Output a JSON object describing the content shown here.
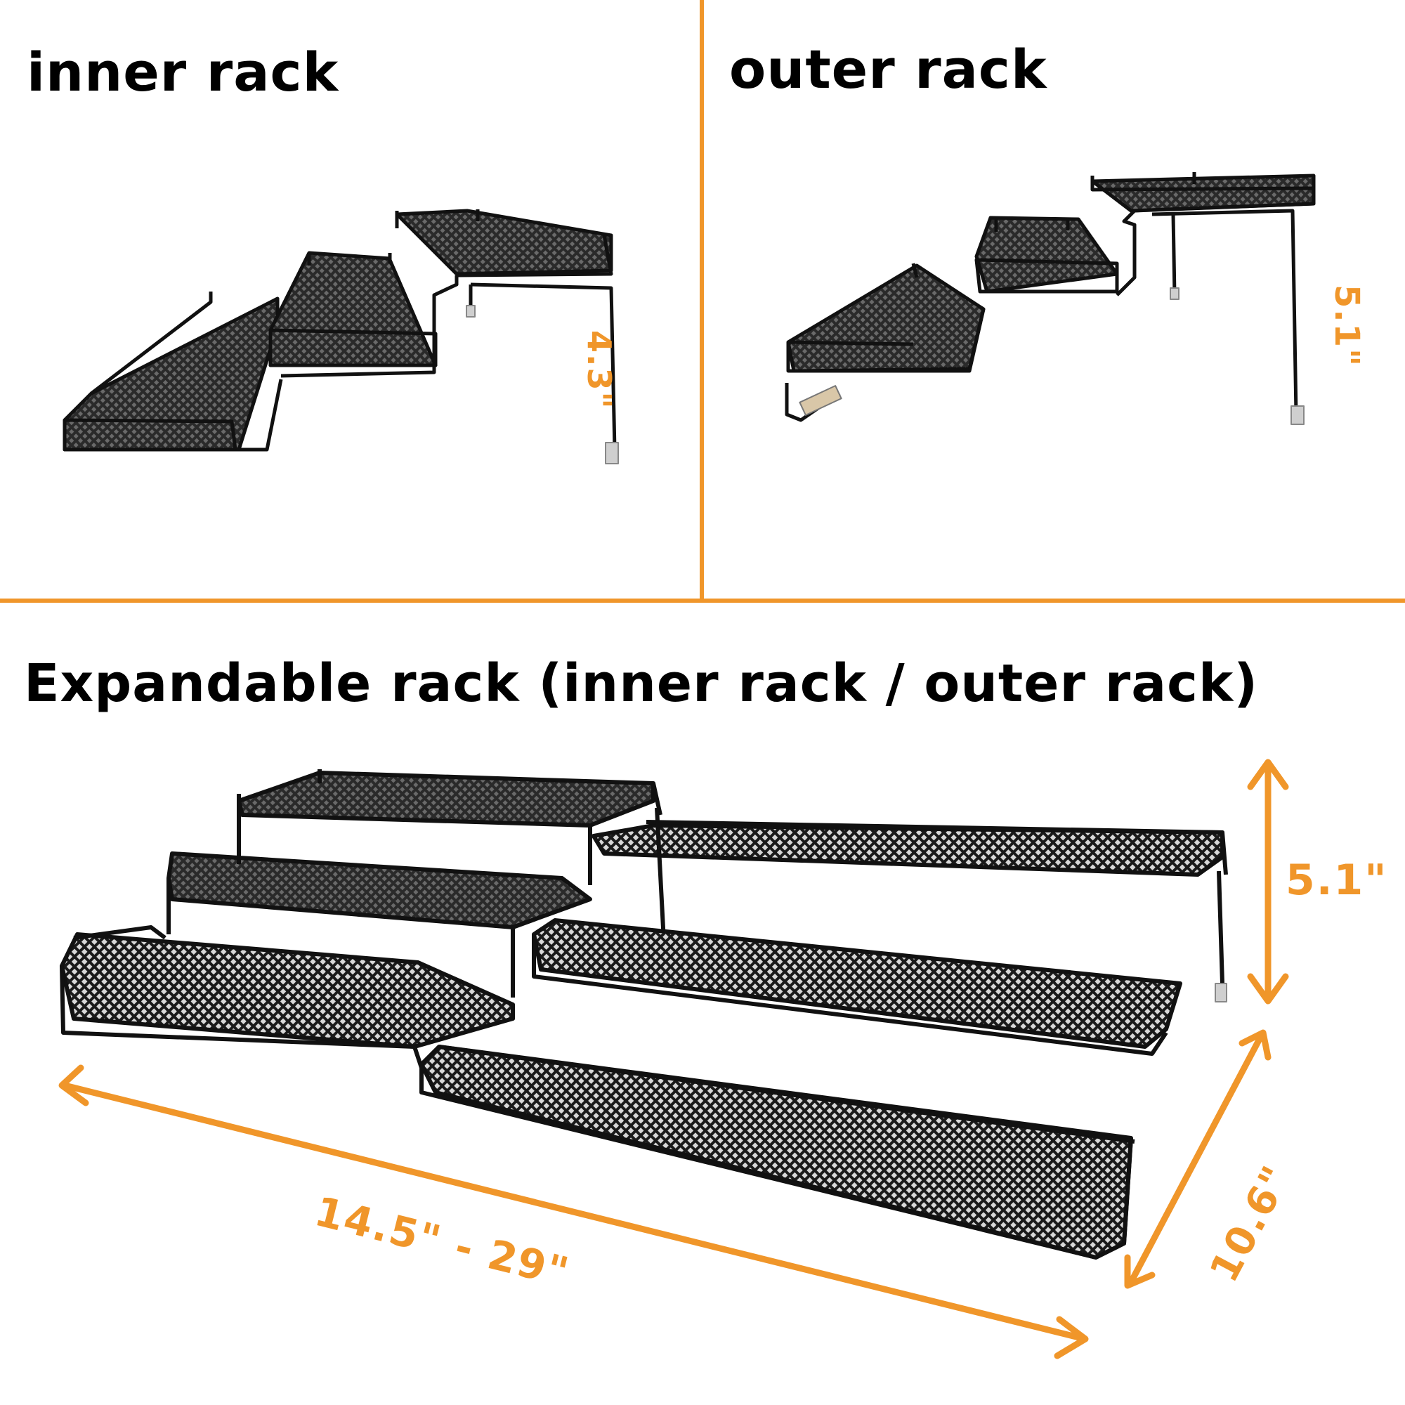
{
  "panels": {
    "inner": {
      "title": "inner rack",
      "height_label": "4.3\""
    },
    "outer": {
      "title": "outer rack",
      "height_label": "5.1\""
    },
    "expandable": {
      "title": "Expandable rack (inner rack / outer rack)",
      "height_label": "5.1\"",
      "width_label": "14.5\" - 29\"",
      "depth_label": "10.6\""
    }
  },
  "colors": {
    "accent": "#f0962a",
    "rack": "#111111",
    "background": "#ffffff"
  }
}
